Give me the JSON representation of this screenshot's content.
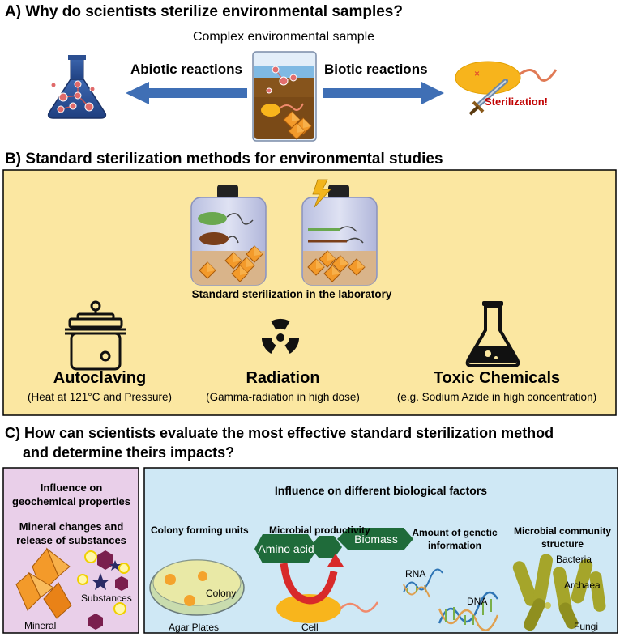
{
  "section_a": {
    "heading": "A) Why do scientists sterilize environmental samples?",
    "sample_label": "Complex environmental sample",
    "abiotic_label": "Abiotic reactions",
    "biotic_label": "Biotic reactions",
    "sterilization_label": "Sterilization!"
  },
  "section_b": {
    "heading": "B) Standard sterilization methods for environmental studies",
    "lab_caption": "Standard sterilization in the laboratory",
    "methods": [
      {
        "title": "Autoclaving",
        "desc": "(Heat at 121°C and Pressure)"
      },
      {
        "title": "Radiation",
        "desc": "(Gamma-radiation in high dose)"
      },
      {
        "title": "Toxic Chemicals",
        "desc": "(e.g. Sodium Azide in high concentration)"
      }
    ]
  },
  "section_c": {
    "heading_line1": "C) How can scientists evaluate the most effective standard sterilization method",
    "heading_line2": "and determine theirs impacts?",
    "geo": {
      "title": "Influence on geochemical properties",
      "subtitle": "Mineral changes and release of substances",
      "substances": "Substances",
      "mineral": "Mineral"
    },
    "bio": {
      "title": "Influence on different biological factors",
      "cfu": "Colony forming units",
      "colony": "Colony",
      "agar": "Agar Plates",
      "productivity": "Microbial productivity",
      "amino_acid": "Amino acid",
      "biomass": "Biomass",
      "cell": "Cell",
      "genetic": "Amount of genetic information",
      "rna": "RNA",
      "dna": "DNA",
      "community": "Microbial community structure",
      "bacteria": "Bacteria",
      "archaea": "Archaea",
      "fungi": "Fungi"
    }
  },
  "colors": {
    "panel_b": "#fbe7a1",
    "panel_geo": "#e9cfe9",
    "panel_bio": "#cfe8f5",
    "arrow": "#3f6fb5",
    "mineral": "#f08a1c",
    "green_cell": "#1f6b3a",
    "sterilization_text": "#c00000"
  }
}
